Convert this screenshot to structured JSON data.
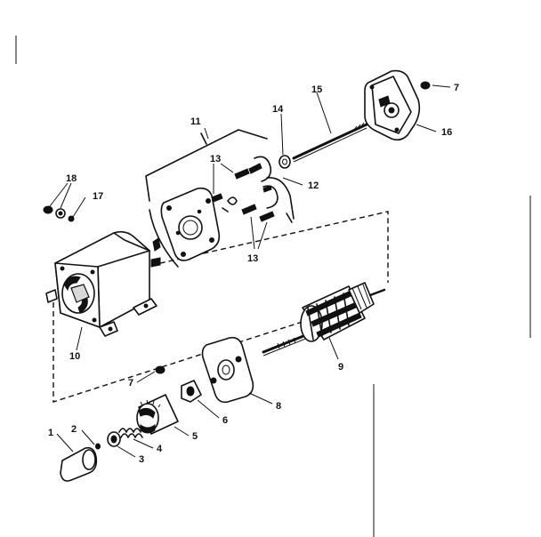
{
  "labels": {
    "p1": "1",
    "p2": "2",
    "p3": "3",
    "p4": "4",
    "p5": "5",
    "p6": "6",
    "p7a": "7",
    "p7b": "7",
    "p8": "8",
    "p9": "9",
    "p10": "10",
    "p11": "11",
    "p12": "12",
    "p13a": "13",
    "p13b": "13",
    "p14": "14",
    "p15": "15",
    "p16": "16",
    "p17": "17",
    "p18": "18"
  }
}
